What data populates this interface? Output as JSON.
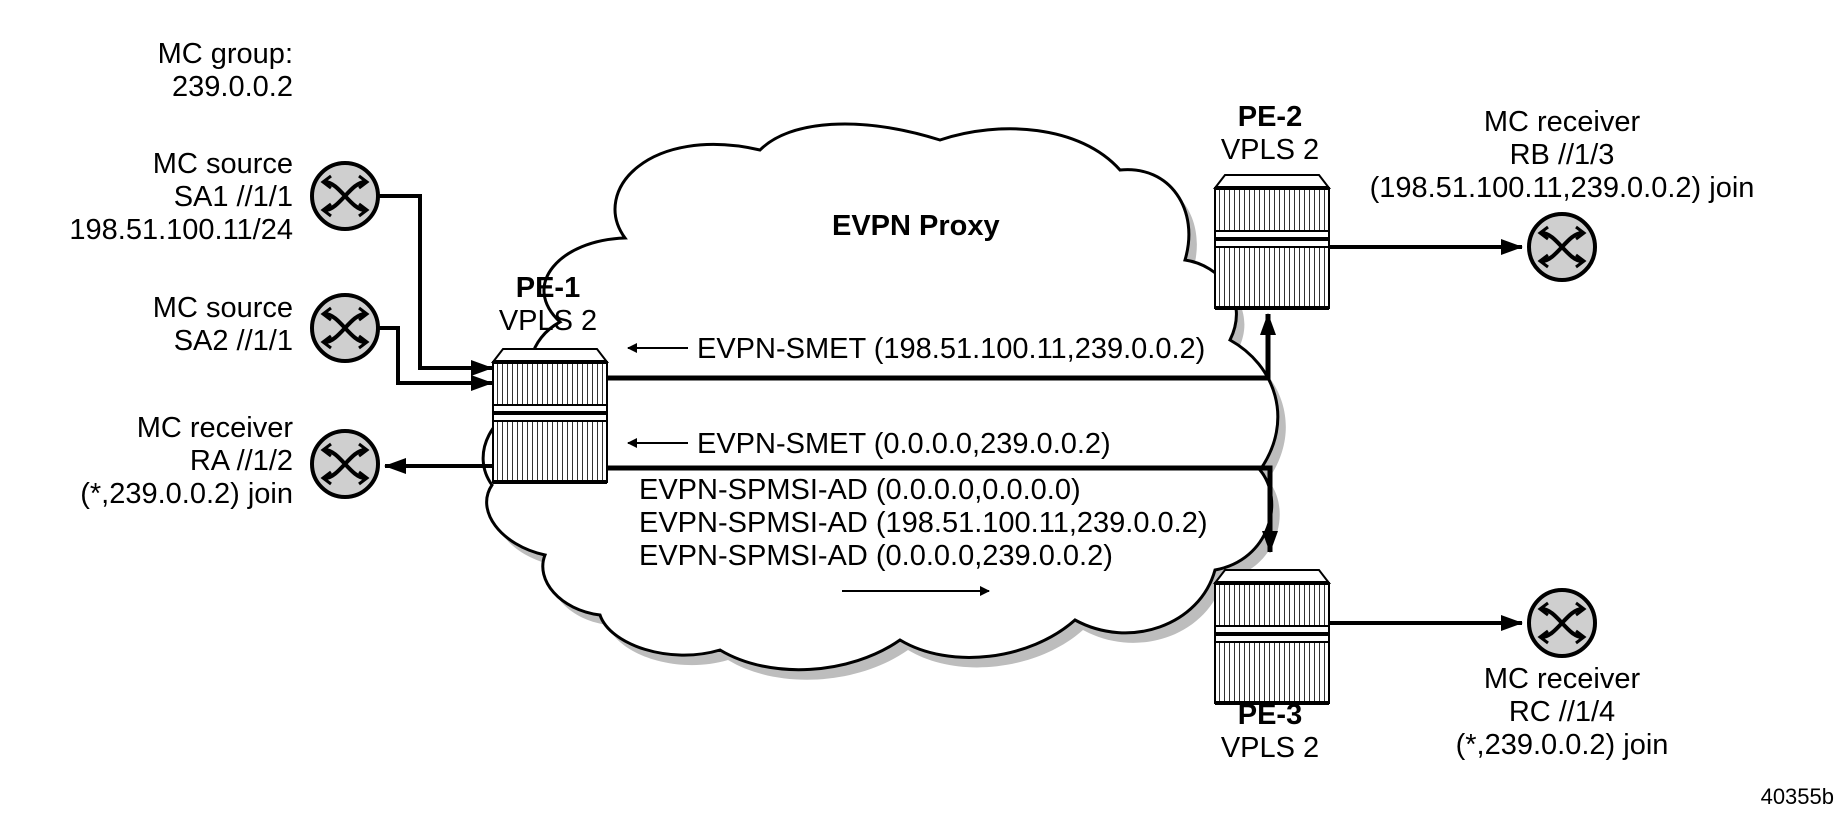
{
  "mc_group": {
    "line1": "MC group:",
    "line2": "239.0.0.2"
  },
  "source_sa1": {
    "line1": "MC source",
    "line2": "SA1 //1/1",
    "line3": "198.51.100.11/24"
  },
  "source_sa2": {
    "line1": "MC source",
    "line2": "SA2 //1/1"
  },
  "receiver_ra": {
    "line1": "MC receiver",
    "line2": "RA //1/2",
    "line3": "(*,239.0.0.2) join"
  },
  "receiver_rb": {
    "line1": "MC receiver",
    "line2": "RB //1/3",
    "line3": "(198.51.100.11,239.0.0.2) join"
  },
  "receiver_rc": {
    "line1": "MC receiver",
    "line2": "RC //1/4",
    "line3": "(*,239.0.0.2) join"
  },
  "pe1": {
    "name": "PE-1",
    "service": "VPLS 2"
  },
  "pe2": {
    "name": "PE-2",
    "service": "VPLS 2"
  },
  "pe3": {
    "name": "PE-3",
    "service": "VPLS 2"
  },
  "cloud_title": "EVPN Proxy",
  "routes": {
    "smet_sg": "EVPN-SMET (198.51.100.11,239.0.0.2)",
    "smet_g": "EVPN-SMET (0.0.0.0,239.0.0.2)",
    "spmsi_1": "EVPN-SPMSI-AD (0.0.0.0,0.0.0.0)",
    "spmsi_2": "EVPN-SPMSI-AD (198.51.100.11,239.0.0.2)",
    "spmsi_3": "EVPN-SPMSI-AD (0.0.0.0,239.0.0.2)"
  },
  "figure_id": "40355b"
}
